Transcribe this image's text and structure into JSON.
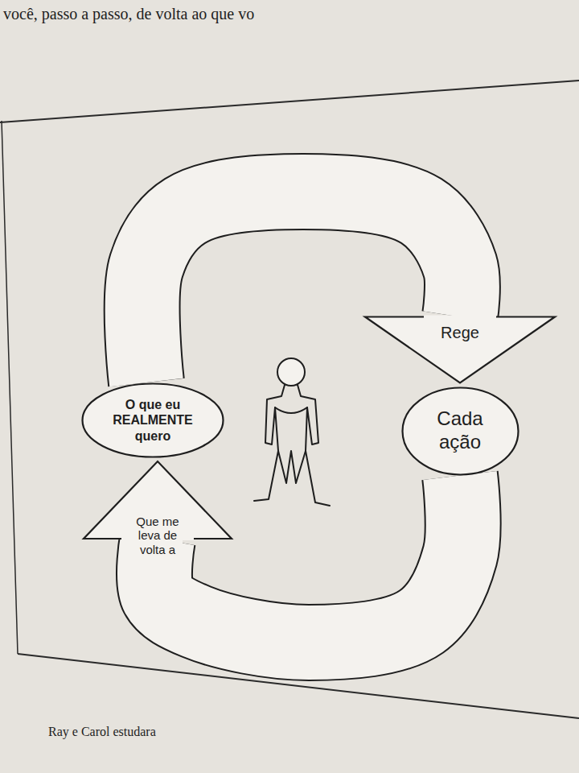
{
  "diagram": {
    "nodes": [
      {
        "text": [
          "O que eu REALMENTE quero"
        ]
      },
      {
        "text": [
          "Cada ação"
        ]
      }
    ],
    "edges": [
      {
        "from": 0,
        "to": 1,
        "arrow": "to",
        "label": "Rege"
      },
      {
        "from": 1,
        "to": 0,
        "arrow": "to",
        "label": "Que me leva de volta a"
      }
    ],
    "labels": [
      "você, passo a passo, de volta ao que vo",
      "Ray e Carol estudara"
    ]
  }
}
